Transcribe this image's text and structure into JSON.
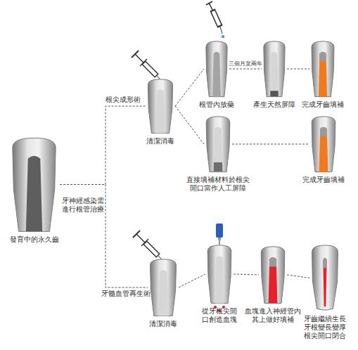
{
  "diagram": {
    "nodes": [
      {
        "text": [
          "發育中的永久齒"
        ]
      },
      {
        "text": [
          "清潔消毒"
        ]
      },
      {
        "text": [
          "根管內放藥"
        ]
      },
      {
        "text": [
          "產生天然屏障"
        ]
      },
      {
        "text": [
          "完成牙齒填補"
        ]
      },
      {
        "text": [
          "直接填補材料於根尖 開口當作人工屏障"
        ]
      },
      {
        "text": [
          "完成牙齒填補"
        ]
      },
      {
        "text": [
          "清潔消毒"
        ]
      },
      {
        "text": [
          "從牙根尖開 口創造血塊"
        ]
      },
      {
        "text": [
          "血塊進入神經管內 其上做好填補"
        ]
      },
      {
        "text": [
          "牙齒繼續生長 牙根變長變厚 根尖開口閉合"
        ]
      }
    ],
    "edges": [
      {
        "from": 0,
        "to": 1,
        "label": "根尖成形術",
        "arrow": "none"
      },
      {
        "from": 0,
        "to": 7,
        "label": "牙髓血管再生術",
        "arrow": "none"
      },
      {
        "from": 1,
        "to": 2,
        "arrow": "none"
      },
      {
        "from": 2,
        "to": 3,
        "label": "三個月至兩年",
        "arrow": "none"
      },
      {
        "from": 3,
        "to": 4,
        "arrow": "none"
      },
      {
        "from": 1,
        "to": 5,
        "arrow": "none"
      },
      {
        "from": 5,
        "to": 6,
        "arrow": "none"
      },
      {
        "from": 7,
        "to": 8,
        "arrow": "none"
      },
      {
        "from": 8,
        "to": 9,
        "arrow": "none"
      },
      {
        "from": 9,
        "to": 10,
        "arrow": "none"
      }
    ],
    "labels": [
      "牙神經感染需 進行根管治療"
    ]
  }
}
